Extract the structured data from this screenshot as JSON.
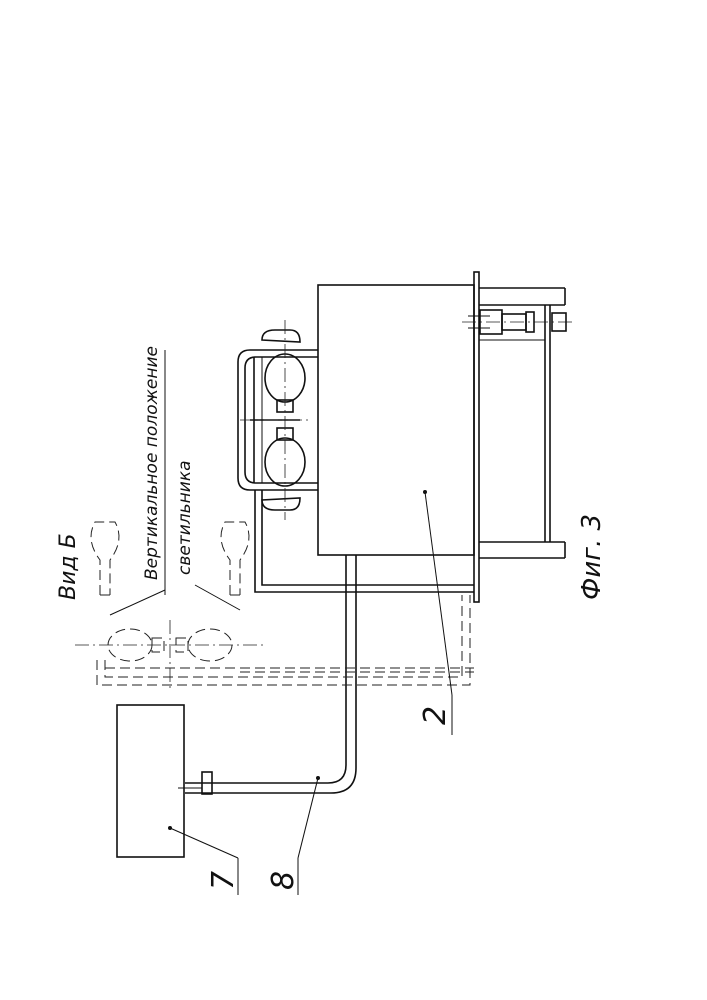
{
  "view_title": "Вид Б",
  "annotation": {
    "line1": "Вертикальное положение",
    "line2": "светильника"
  },
  "figure_caption": "Фиг. 3",
  "callouts": {
    "main_unit": "2",
    "control_box": "7",
    "conduit": "8"
  }
}
